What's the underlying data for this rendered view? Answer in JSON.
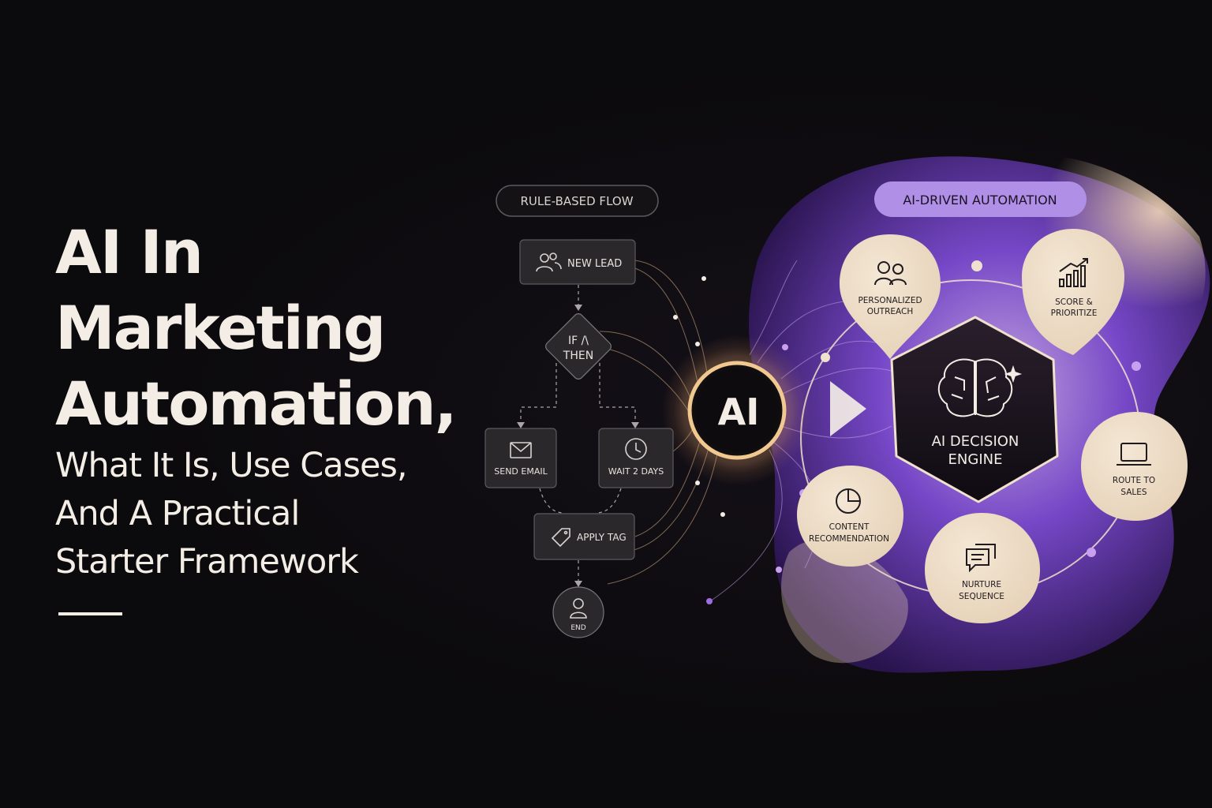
{
  "headline": {
    "title_lines": [
      "AI In",
      "Marketing",
      "Automation,"
    ],
    "subtitle_lines": [
      "What It Is, Use Cases,",
      "And A Practical",
      "Starter Framework"
    ]
  },
  "rule_flow": {
    "label": "RULE-BASED FLOW",
    "new_lead": "NEW LEAD",
    "decision_line1": "IF /\\",
    "decision_line2": "THEN",
    "send_email": "SEND EMAIL",
    "wait": "WAIT 2 DAYS",
    "apply_tag": "APPLY TAG",
    "end": "END"
  },
  "ai_core": {
    "label": "AI"
  },
  "ai_flow": {
    "label": "AI-DRIVEN AUTOMATION",
    "engine_line1": "AI DECISION",
    "engine_line2": "ENGINE",
    "personalized_line1": "PERSONALIZED",
    "personalized_line2": "OUTREACH",
    "score_line1": "SCORE &",
    "score_line2": "PRIORITIZE",
    "route_line1": "ROUTE TO",
    "route_line2": "SALES",
    "nurture_line1": "NURTURE",
    "nurture_line2": "SEQUENCE",
    "content_line1": "CONTENT",
    "content_line2": "RECOMMENDATION"
  },
  "colors": {
    "background": "#0b0a0c",
    "text": "#f3ede6",
    "purple": "#7b4ad0",
    "cream": "#efe1cd",
    "glow": "#f0c890",
    "pill_purple": "#b08fe6"
  }
}
